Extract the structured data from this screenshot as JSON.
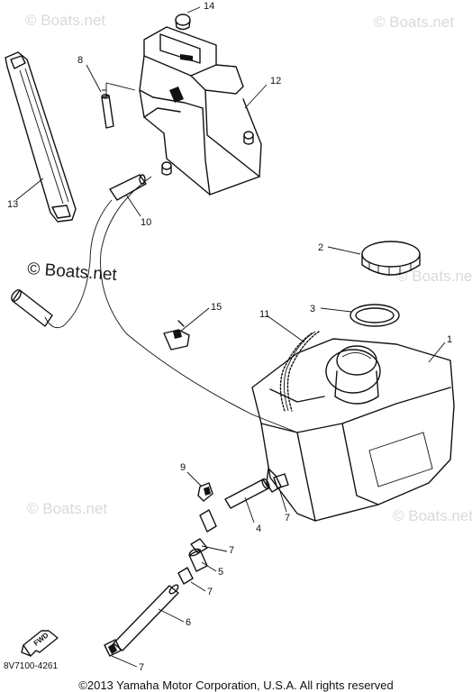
{
  "watermark": {
    "brand": "© Boats.net",
    "brand_no_space": "©Boats.net",
    "main": "© Boats.net"
  },
  "callouts": {
    "p1": "1",
    "p2": "2",
    "p3": "3",
    "p4": "4",
    "p5": "5",
    "p6": "6",
    "p7a": "7",
    "p7b": "7",
    "p7c": "7",
    "p7d": "7",
    "p8": "8",
    "p9": "9",
    "p10": "10",
    "p11": "11",
    "p12": "12",
    "p13": "13",
    "p14": "14",
    "p15": "15"
  },
  "arrow_label": "FWD",
  "diagram_code": "8V7100-4261",
  "copyright": "©2013 Yamaha Motor Corporation, U.S.A. All rights reserved"
}
